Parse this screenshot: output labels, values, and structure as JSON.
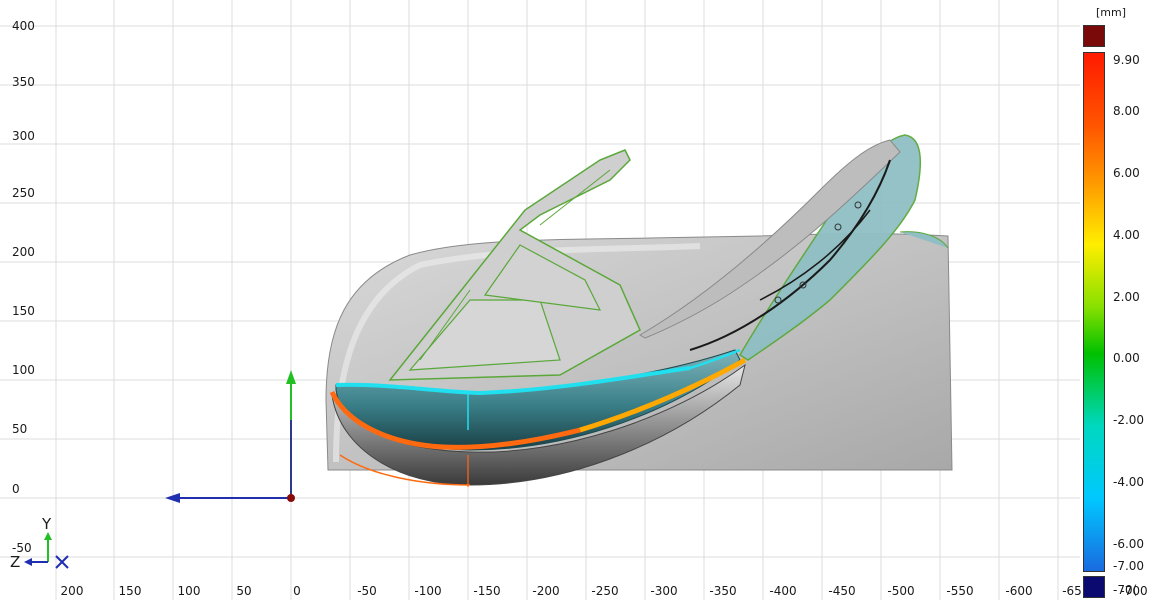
{
  "viewport": {
    "x_ticks": [
      "200",
      "150",
      "100",
      "50",
      "0",
      "-50",
      "-100",
      "-150",
      "-200",
      "-250",
      "-300",
      "-350",
      "-400",
      "-450",
      "-500",
      "-550",
      "-600",
      "-65",
      "-700"
    ],
    "y_ticks": [
      "400",
      "350",
      "300",
      "250",
      "200",
      "150",
      "100",
      "50",
      "0",
      "-50"
    ]
  },
  "legend": {
    "units": "[mm]",
    "labels": [
      "9.90",
      "8.00",
      "6.00",
      "4.00",
      "2.00",
      "0.00",
      "-2.00",
      "-4.00",
      "-6.00",
      "-7.00",
      "-70("
    ]
  },
  "triad": {
    "y_label": "Y",
    "z_label": "Z"
  },
  "colors": {
    "mesh_gray": "#c8c8c8",
    "deviation_green": "#5aa83a",
    "cyan_edge": "#20e0f0",
    "orange_edge": "#ff6a10",
    "colorbar_top_cap": "#7a0a0a",
    "colorbar_bottom_cap": "#0a0a70"
  }
}
